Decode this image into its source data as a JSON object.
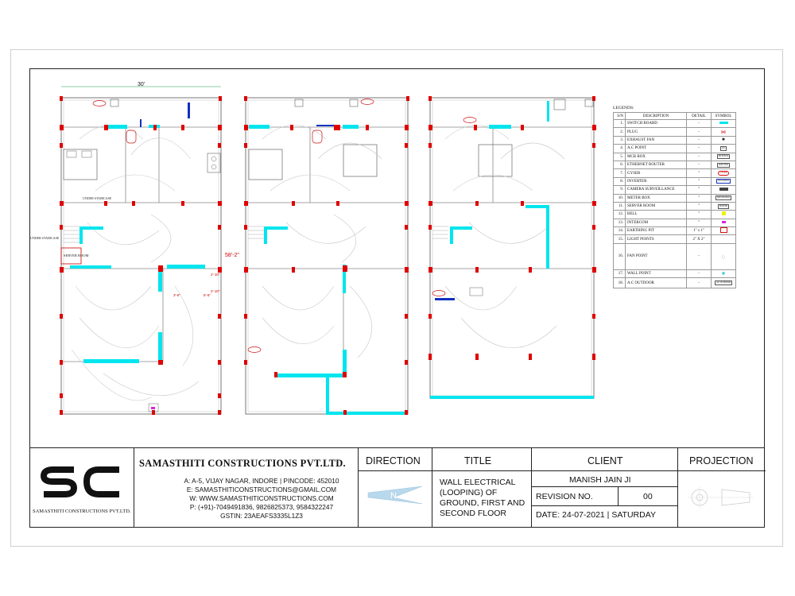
{
  "plans": {
    "width_dim": "30'",
    "depth_dim": "58'-2\"",
    "under_staircase_1": "UNDER STAIRCASE",
    "under_staircase_2": "UNDER STAIRCASE",
    "server_room_label": "SERVER ROOM",
    "dim_a": "2'-10\"",
    "dim_b": "2'-10\"",
    "dim_c": "3'-6\"",
    "dim_d": "5'-6\""
  },
  "legend": {
    "title": "LEGENDS:",
    "headers": {
      "sn": "S/N",
      "description": "DESCRIPTION",
      "detail": "DETAIL",
      "symbol": "SYMBOL"
    },
    "rows": [
      {
        "sn": "1.",
        "description": "SWITCH BOARD",
        "detail": "-"
      },
      {
        "sn": "2.",
        "description": "PLUG",
        "detail": "-"
      },
      {
        "sn": "3.",
        "description": "EXHAUST FAN",
        "detail": "-"
      },
      {
        "sn": "4.",
        "description": "A.C POINT",
        "detail": "-",
        "symbol_text": "A.C"
      },
      {
        "sn": "5.",
        "description": "MCB BOX",
        "detail": "-",
        "symbol_text": "MCB BOX"
      },
      {
        "sn": "6.",
        "description": "ETHERNET ROUTER",
        "detail": "-",
        "symbol_text": "ROUTER"
      },
      {
        "sn": "7.",
        "description": "GYSER",
        "detail": "\"",
        "symbol_text": "GYSER"
      },
      {
        "sn": "8.",
        "description": "INVERTER",
        "detail": "\"",
        "symbol_text": "INVERTER"
      },
      {
        "sn": "9.",
        "description": "CAMERA SURVEILLANCE",
        "detail": "\""
      },
      {
        "sn": "10.",
        "description": "METER BOX",
        "detail": "\"",
        "symbol_text": "METER BOX"
      },
      {
        "sn": "11.",
        "description": "SERVER ROOM",
        "detail": "\"",
        "symbol_text": "SERVER"
      },
      {
        "sn": "12.",
        "description": "BELL",
        "detail": "\""
      },
      {
        "sn": "13.",
        "description": "INTERCOM",
        "detail": "\""
      },
      {
        "sn": "14.",
        "description": "EARTHING PIT",
        "detail": "1\" x 1\""
      },
      {
        "sn": "15.",
        "description": "LIGHT POINTS",
        "detail": "2\" X 2\""
      },
      {
        "sn": "16.",
        "description": "FAN POINT",
        "detail": "-"
      },
      {
        "sn": "17.",
        "description": "WALL POINT",
        "detail": "-"
      },
      {
        "sn": "18.",
        "description": "A.C OUTDOOR",
        "detail": "-",
        "symbol_text": "AC OUTDOOR"
      }
    ]
  },
  "titleblock": {
    "logo_caption": "SAMASTHITI CONSTRUCTIONS PVT.LTD.",
    "company_name": "SAMASTHITI CONSTRUCTIONS PVT.LTD.",
    "address": "A: A-5, VIJAY NAGAR, INDORE | PINCODE: 452010",
    "email": "E: SAMASTHITICONSTRUCTIONS@GMAIL.COM",
    "website": "W: WWW.SAMASTHITICONSTRUCTIONS.COM",
    "phone": "P: (+91)-7049491836, 9826825373, 9584322247",
    "gstin": "GSTIN: 23AEAFS3335L1Z3",
    "direction_header": "DIRECTION",
    "north_letter": "N",
    "title_header": "TITLE",
    "title_text_1": "WALL ELECTRICAL",
    "title_text_2": "(LOOPING) OF",
    "title_text_3": "GROUND, FIRST AND",
    "title_text_4": "SECOND FLOOR",
    "client_header": "CLIENT",
    "client_name": "MANISH JAIN JI",
    "revision_label": "REVISION NO.",
    "revision_value": "00",
    "date_text": "DATE: 24-07-2021 | SATURDAY",
    "projection_header": "PROJECTION"
  },
  "colors": {
    "wall_accent": "#00e5ee",
    "column": "#e00000",
    "wire": "#c8c8c8",
    "line": "#444444"
  }
}
